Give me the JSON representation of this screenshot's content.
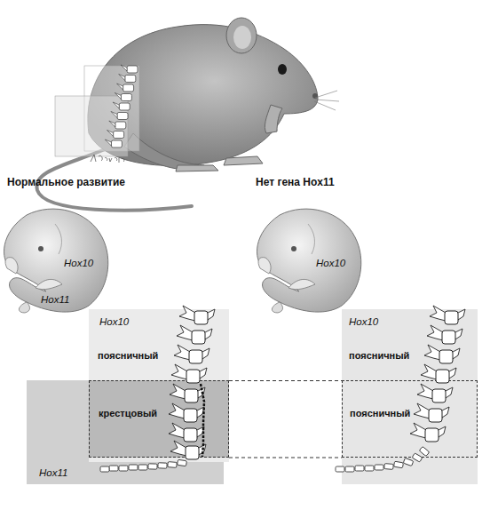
{
  "diagram": {
    "nodes": [
      {
        "text": [
          "Hox10",
          "поясничный"
        ]
      },
      {
        "text": [
          "Hox11"
        ]
      },
      {
        "text": [
          "крестцовый"
        ],
        "in": 0
      },
      {
        "text": [
          "Hox10",
          "поясничный"
        ]
      },
      {
        "text": [
          "поясничный"
        ],
        "in": 3
      }
    ],
    "edges": [
      {
        "from": 2,
        "to": 4,
        "arrow": "none"
      }
    ],
    "labels": [
      "Нормальное развитие",
      "Нет гена Hox11",
      "Hox10",
      "Hox11",
      "Hox10"
    ]
  }
}
